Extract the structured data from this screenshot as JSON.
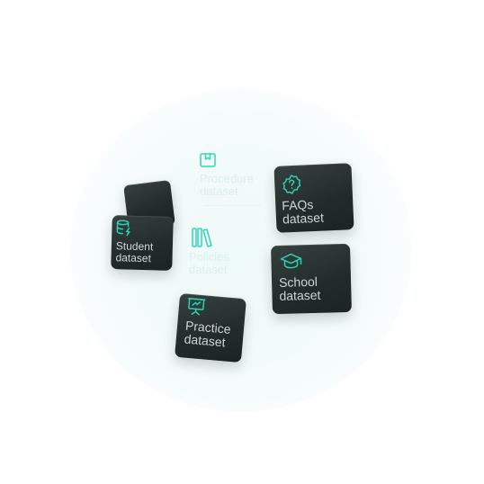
{
  "cards": {
    "faqs": {
      "label": "FAQs\ndataset",
      "icon": "question-badge-icon"
    },
    "school": {
      "label": "School\ndataset",
      "icon": "graduation-cap-icon"
    },
    "student": {
      "label": "Student\ndataset",
      "icon": "database-bolt-icon"
    },
    "practice": {
      "label": "Practice\ndataset",
      "icon": "presentation-board-icon"
    },
    "blank": {
      "label": ""
    }
  },
  "ghosts": {
    "procedure": {
      "label": "Procedure\ndataset",
      "icon": "package-box-icon"
    },
    "policies": {
      "label": "Policies\ndataset",
      "icon": "books-icon"
    }
  },
  "colors": {
    "accent": "#2bd1b2",
    "card_dark": "#222b2a",
    "card_text": "#d0d5d3",
    "glow": "#eefaf8"
  }
}
